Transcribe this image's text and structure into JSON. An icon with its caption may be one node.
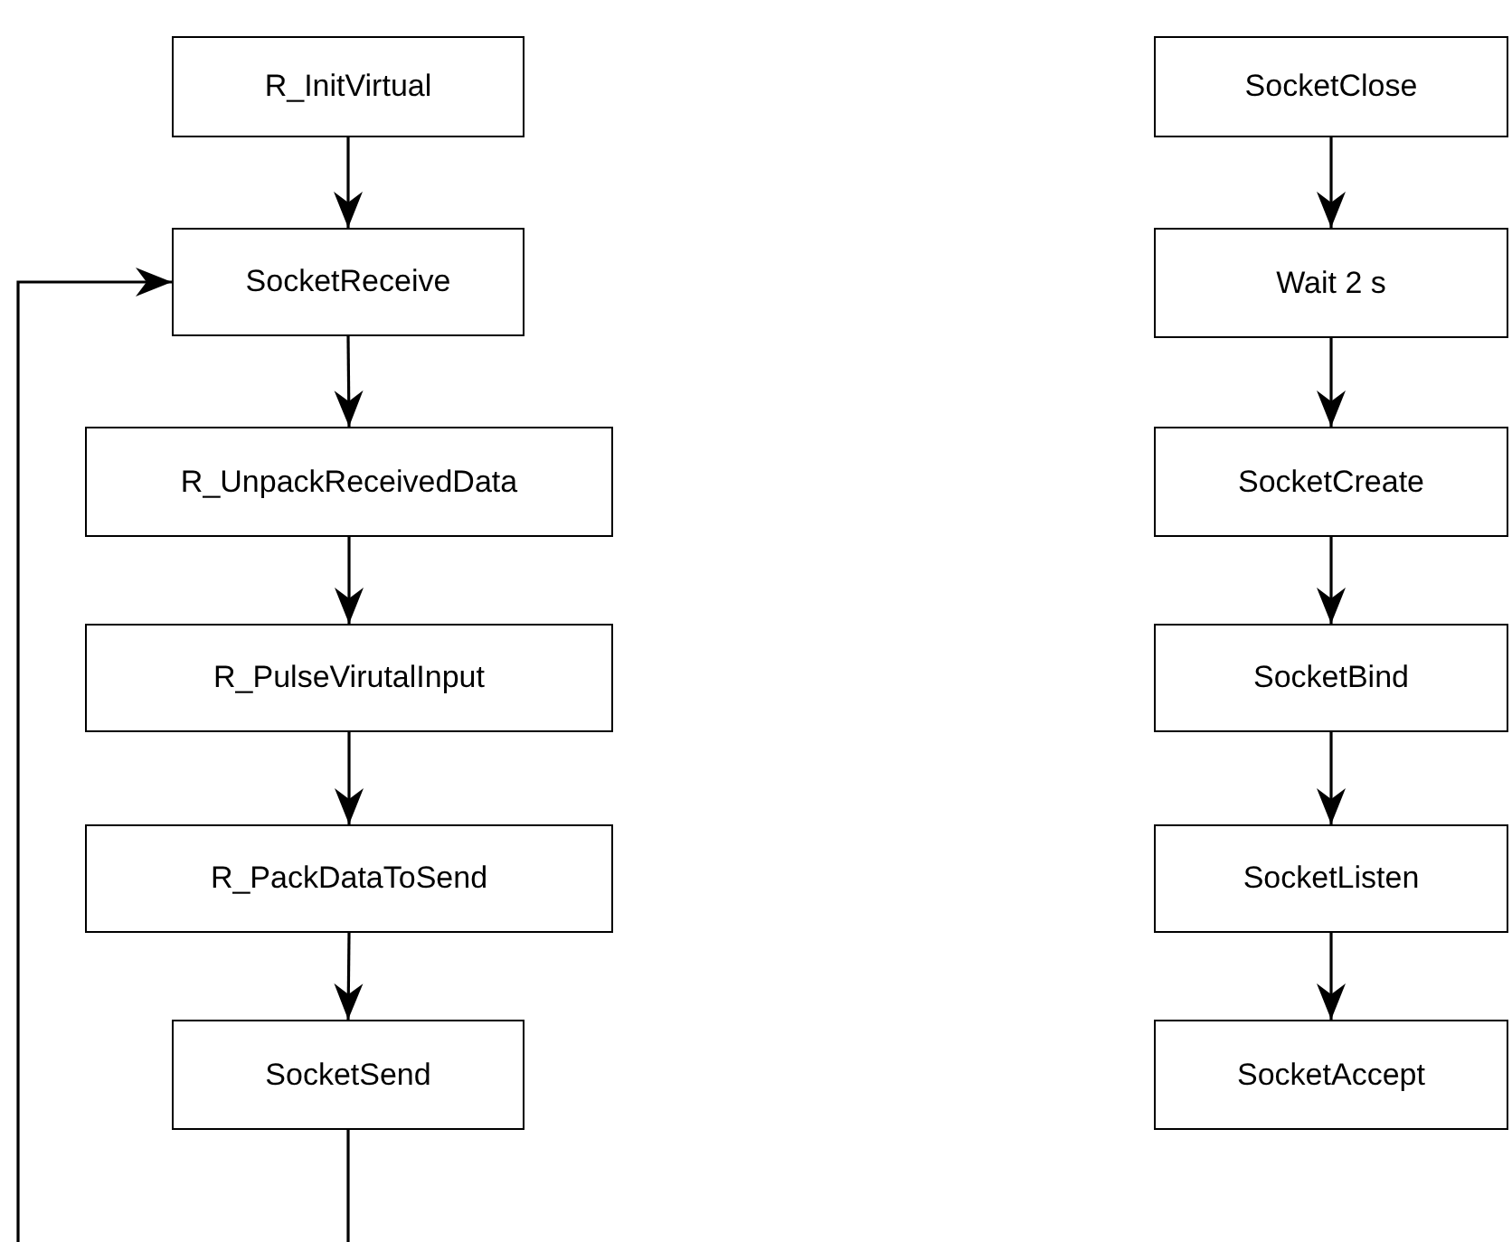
{
  "diagram": {
    "nodes": [
      {
        "text": [
          "R_InitVirtual"
        ]
      },
      {
        "text": [
          "SocketReceive"
        ]
      },
      {
        "text": [
          "R_UnpackReceivedData"
        ]
      },
      {
        "text": [
          "R_PulseVirutalInput"
        ]
      },
      {
        "text": [
          "R_PackDataToSend"
        ]
      },
      {
        "text": [
          "SocketSend"
        ]
      },
      {
        "text": [
          "SocketClose"
        ]
      },
      {
        "text": [
          "Wait 2 s"
        ]
      },
      {
        "text": [
          "SocketCreate"
        ]
      },
      {
        "text": [
          "SocketBind"
        ]
      },
      {
        "text": [
          "SocketListen"
        ]
      },
      {
        "text": [
          "SocketAccept"
        ]
      }
    ],
    "edges": [
      {
        "from": 0,
        "to": 1,
        "arrow": "to"
      },
      {
        "from": 1,
        "to": 2,
        "arrow": "to"
      },
      {
        "from": 2,
        "to": 3,
        "arrow": "to"
      },
      {
        "from": 3,
        "to": 4,
        "arrow": "to"
      },
      {
        "from": 4,
        "to": 5,
        "arrow": "to"
      },
      {
        "from": 5,
        "to": 1,
        "arrow": "to"
      },
      {
        "from": 6,
        "to": 7,
        "arrow": "to"
      },
      {
        "from": 7,
        "to": 8,
        "arrow": "to"
      },
      {
        "from": 8,
        "to": 9,
        "arrow": "to"
      },
      {
        "from": 9,
        "to": 10,
        "arrow": "to"
      },
      {
        "from": 10,
        "to": 11,
        "arrow": "to"
      }
    ]
  }
}
